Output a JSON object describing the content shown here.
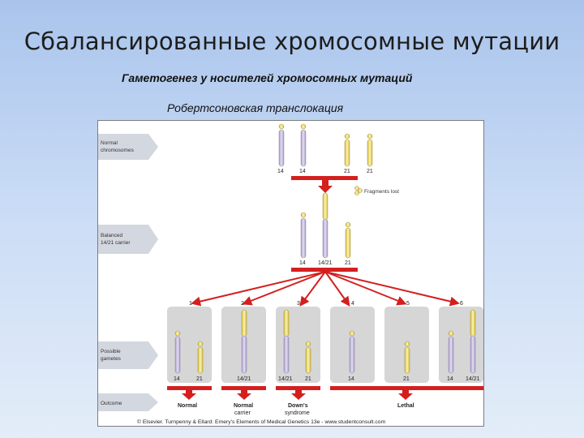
{
  "slide": {
    "title": "Сбалансированные хромосомные мутации",
    "subtitle": "Гаметогенез у носителей хромосомных мутаций",
    "subtitle2": "Робертсоновская транслокация"
  },
  "figure": {
    "side_labels": {
      "normal_line1": "Normal",
      "normal_line2": "chromosomes",
      "balanced_line1": "Balanced",
      "balanced_line2": "14/21 carrier",
      "possible_line1": "Possible",
      "possible_line2": "gametes",
      "outcome": "Outcome"
    },
    "top_chromosome_labels": [
      "14",
      "14",
      "21",
      "21"
    ],
    "fragments_lost": "Fragments lost",
    "carrier_labels": [
      "14",
      "14/21",
      "21"
    ],
    "gamete_numbers": [
      "1",
      "2",
      "3",
      "4",
      "5",
      "6"
    ],
    "gamete_labels": [
      [
        "14",
        "21"
      ],
      [
        "14/21"
      ],
      [
        "14/21",
        "21"
      ],
      [
        "14"
      ],
      [
        "21"
      ],
      [
        "14",
        "14/21"
      ]
    ],
    "outcomes": {
      "normal": "Normal",
      "normal_carrier_1": "Normal",
      "normal_carrier_2": "carrier",
      "downs_1": "Down's",
      "downs_2": "syndrome",
      "lethal": "Lethal"
    },
    "caption": "© Elsevier. Turnpenny & Ellard: Emery's Elements of Medical Genetics 13e - www.studentconsult.com",
    "colors": {
      "red": "#d41f1f",
      "chrom14": "#c9c0e0",
      "chrom21": "#f2e07a",
      "panel": "#d6d6d6",
      "arrow_label": "#d3d7df"
    }
  }
}
